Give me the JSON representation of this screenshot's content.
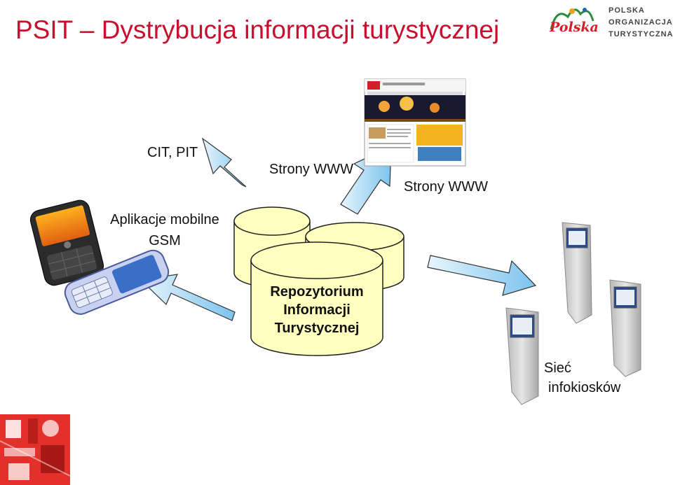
{
  "header": {
    "title": "PSIT – Dystrybucja informacji turystycznej",
    "logo": {
      "script": "Polska",
      "org_lines": [
        "POLSKA",
        "ORGANIZACJA",
        "TURYSTYCZNA"
      ]
    }
  },
  "diagram": {
    "center": {
      "lines": [
        "Repozytorium",
        "Informacji",
        "Turystycznej"
      ]
    },
    "labels": {
      "cit": "CIT, PIT",
      "mobile_lines": [
        "Aplikacje mobilne",
        "GSM"
      ],
      "www_left": "Strony WWW",
      "www_right": "Strony WWW",
      "kiosk_lines": [
        "Sieć",
        "infokiosków"
      ]
    }
  },
  "colors": {
    "title": "#c8102e",
    "cylinder_fill": "#ffffc0",
    "arrow_fill": "#9fd2f2",
    "logo_red": "#d21f2a"
  }
}
